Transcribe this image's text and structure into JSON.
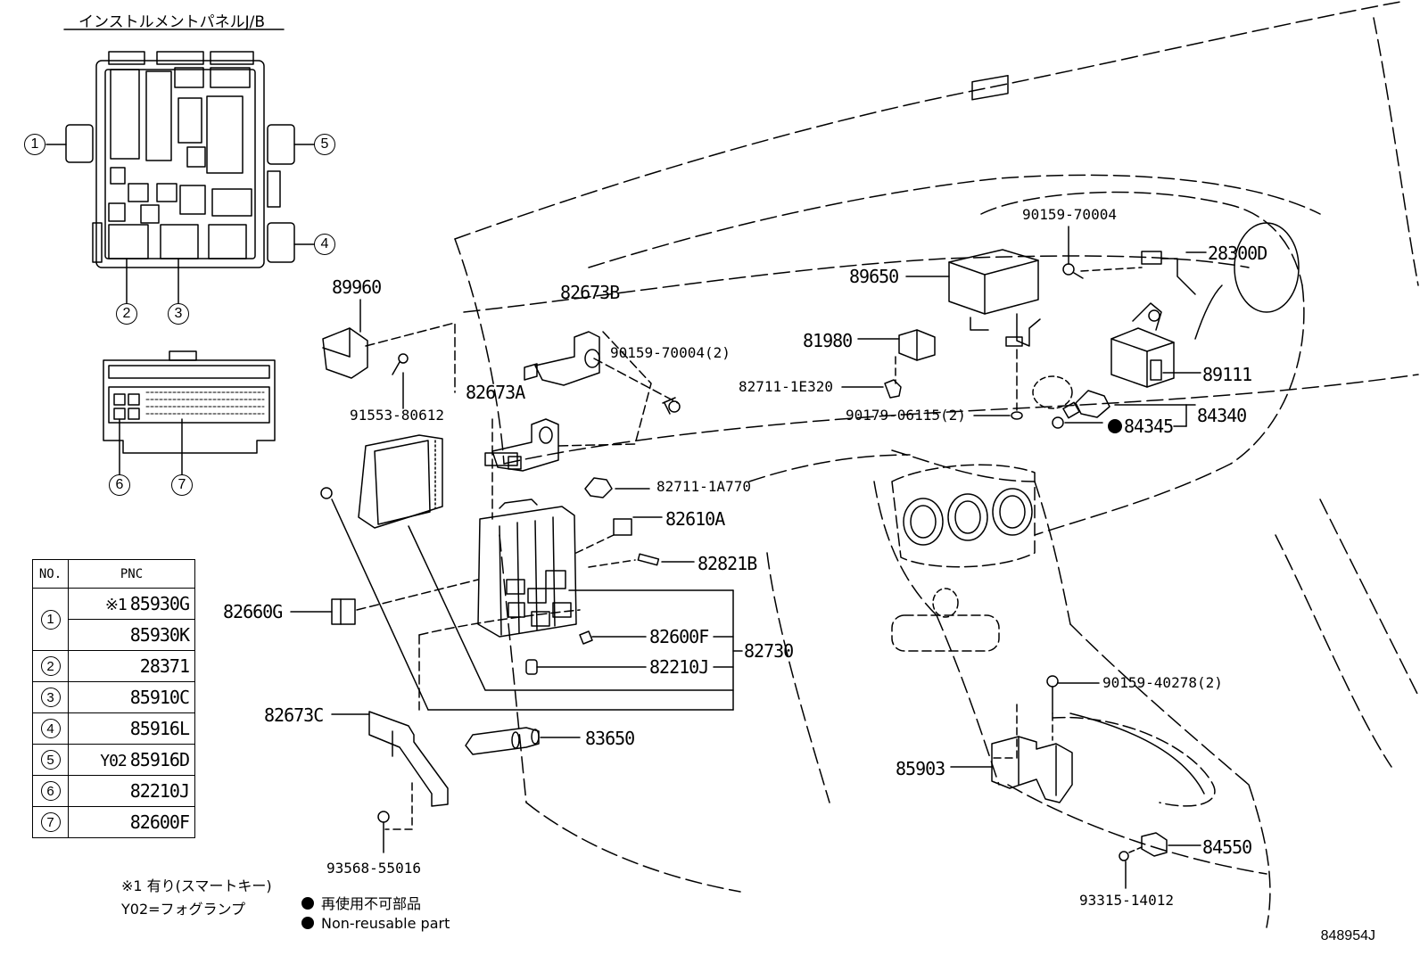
{
  "title": "インストルメントパネルJ/B",
  "jb_callouts": [
    "1",
    "2",
    "3",
    "4",
    "5",
    "6",
    "7"
  ],
  "parts": {
    "p89960": "89960",
    "p91553": "91553-80612",
    "p82673B": "82673B",
    "p82673A": "82673A",
    "p90159_70004_2": "90159-70004(2)",
    "p82711_1A770": "82711-1A770",
    "p82610A": "82610A",
    "p82821B": "82821B",
    "p82660G": "82660G",
    "p82600F": "82600F",
    "p82210J": "82210J",
    "p82730": "82730",
    "p82673C": "82673C",
    "p83650": "83650",
    "p93568": "93568-55016",
    "p90159_70004": "90159-70004",
    "p89650": "89650",
    "p28300D": "28300D",
    "p81980": "81980",
    "p89111": "89111",
    "p82711_1E320": "82711-1E320",
    "p90179": "90179-06115(2)",
    "p84345": "84345",
    "p84340": "84340",
    "p90159_40278": "90159-40278(2)",
    "p85903": "85903",
    "p84550": "84550",
    "p93315": "93315-14012"
  },
  "table": {
    "header_no": "NO.",
    "header_pnc": "PNC",
    "rows": [
      {
        "no": "1",
        "prefix": "※1",
        "pnc": "85930G"
      },
      {
        "no": "",
        "prefix": "",
        "pnc": "85930K"
      },
      {
        "no": "2",
        "prefix": "",
        "pnc": "28371"
      },
      {
        "no": "3",
        "prefix": "",
        "pnc": "85910C"
      },
      {
        "no": "4",
        "prefix": "",
        "pnc": "85916L"
      },
      {
        "no": "5",
        "prefix": "Y02",
        "pnc": "85916D"
      },
      {
        "no": "6",
        "prefix": "",
        "pnc": "82210J"
      },
      {
        "no": "7",
        "prefix": "",
        "pnc": "82600F"
      }
    ]
  },
  "notes": {
    "note1": "※1 有り(スマートキー)",
    "note2": "Y02=フォグランプ",
    "legend_jp": "再使用不可部品",
    "legend_en": "Non-reusable part"
  },
  "diagram_id": "848954J"
}
